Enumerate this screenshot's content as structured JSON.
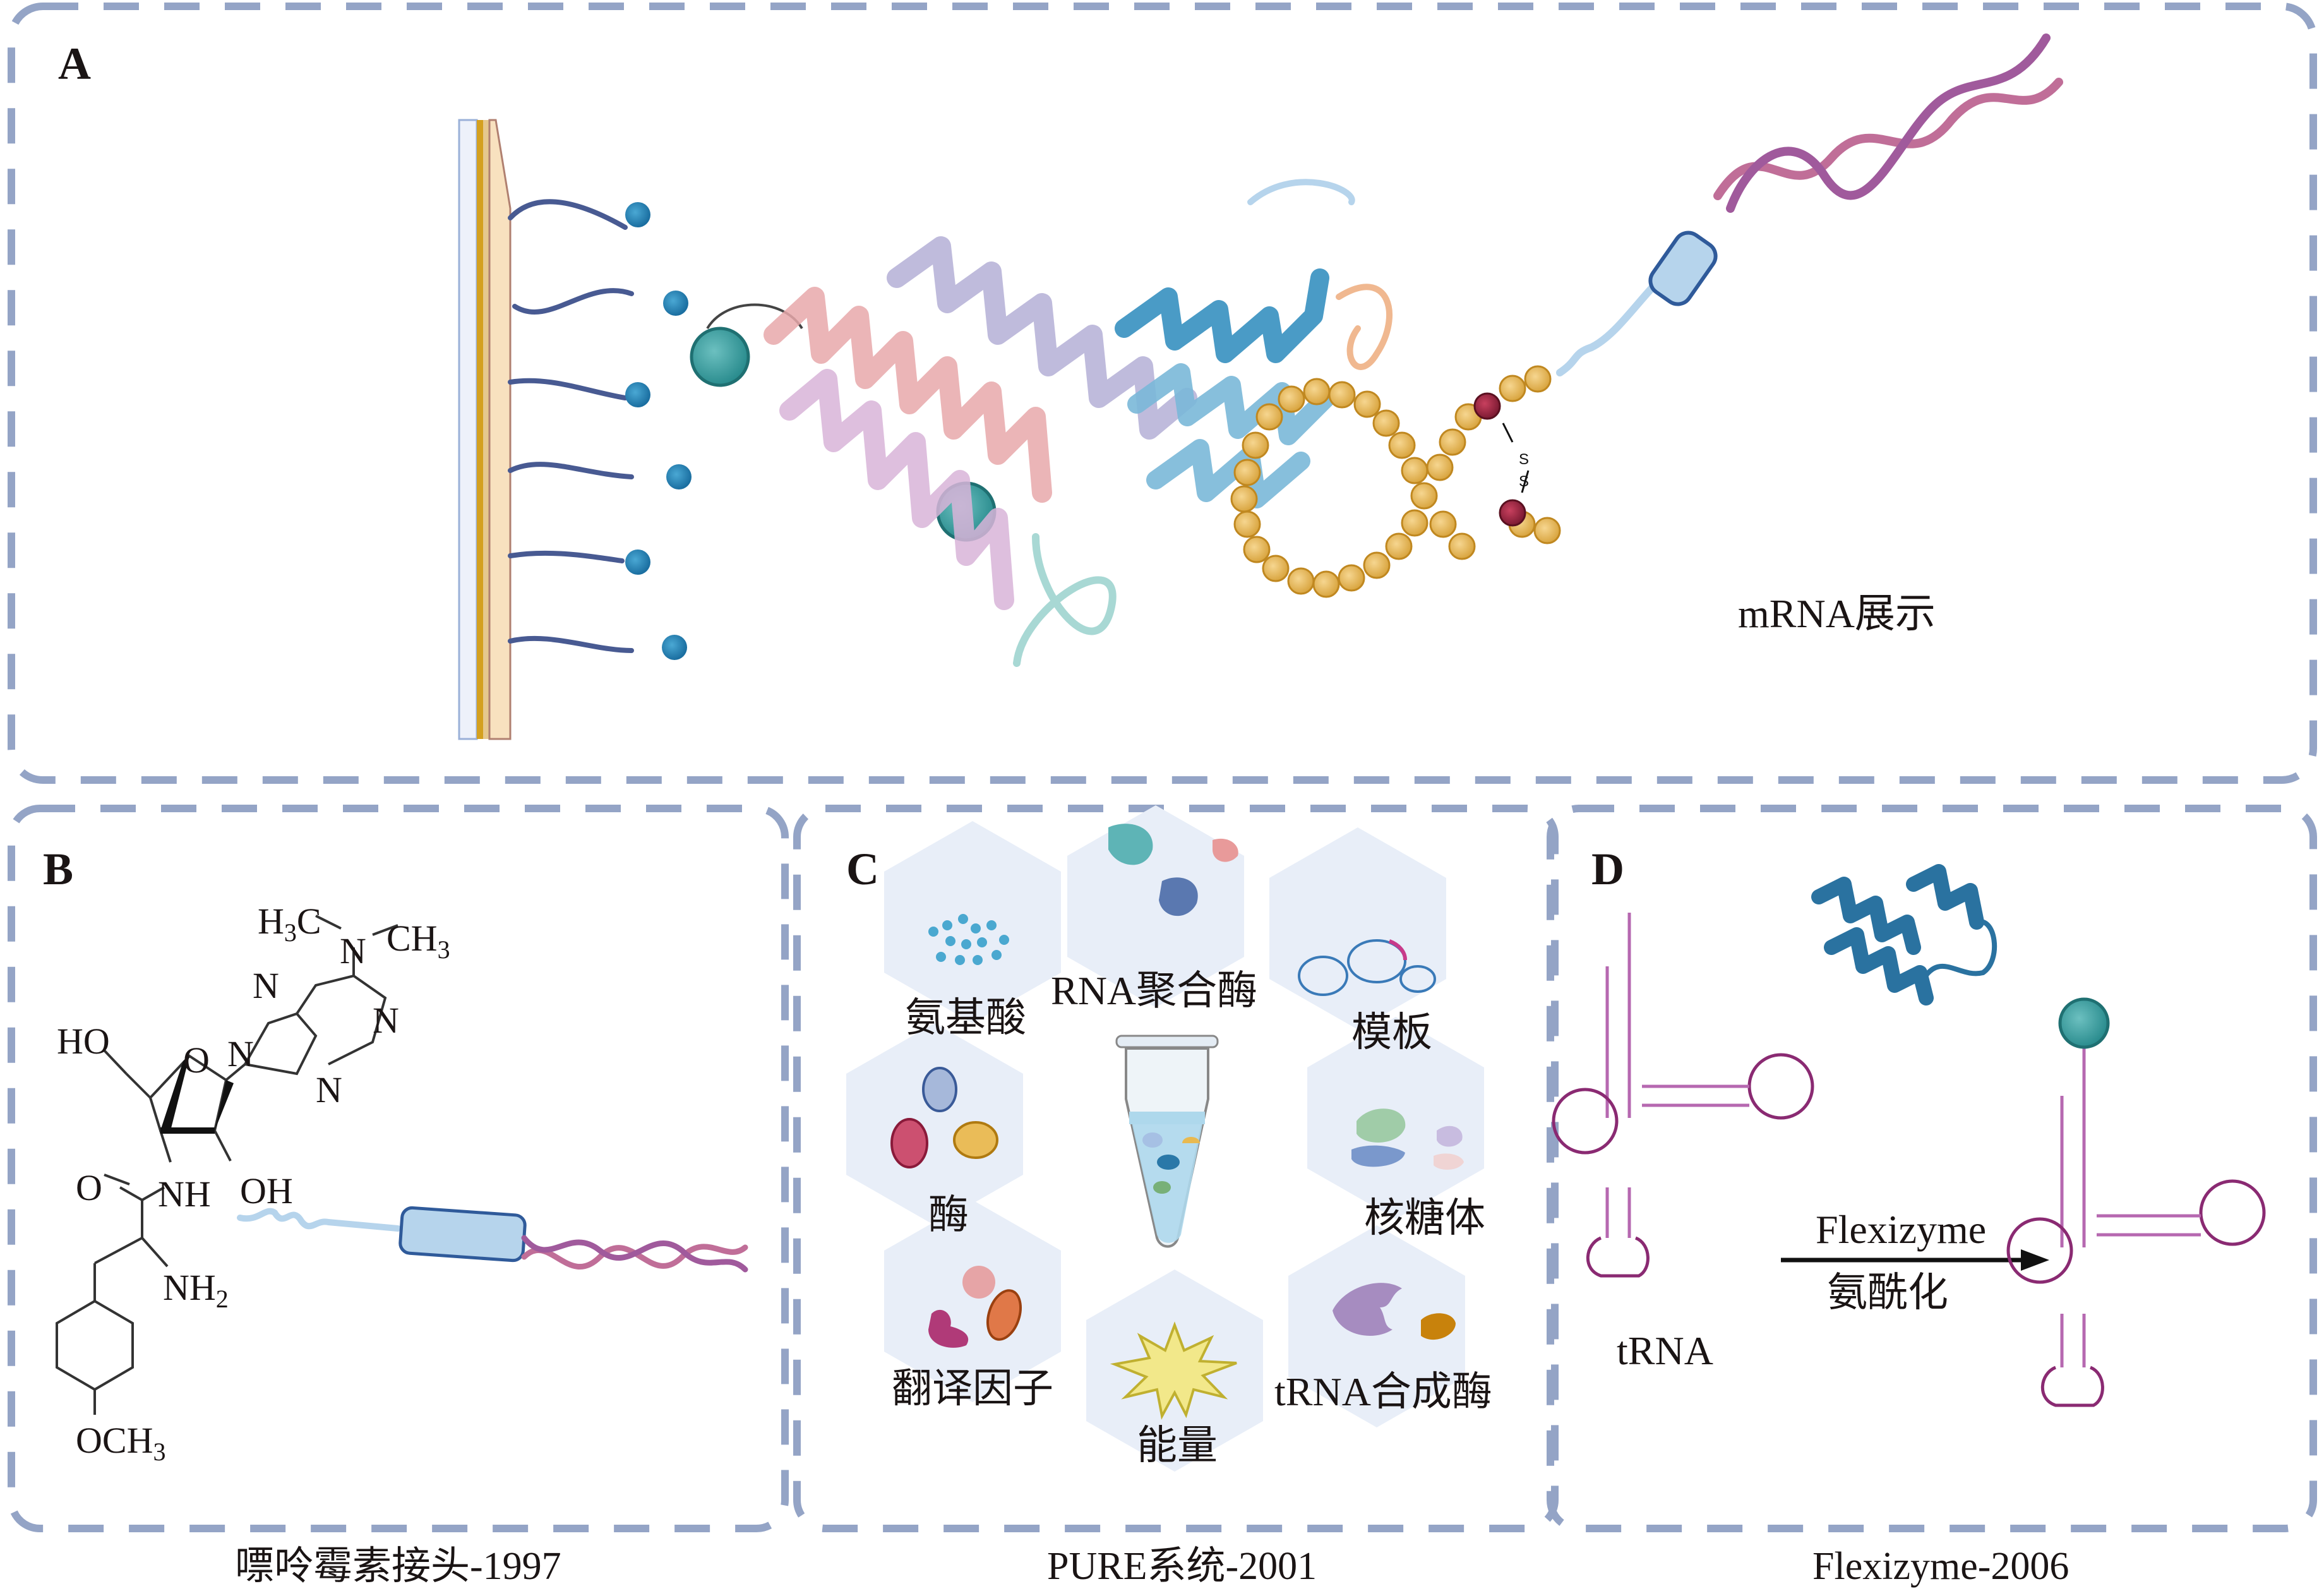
{
  "panels": {
    "A": {
      "letter": "A",
      "label": "mRNA展示"
    },
    "B": {
      "letter": "B",
      "caption": "嘌呤霉素接头-1997",
      "chem_labels": {
        "h3c": "H",
        "h3c_sub": "3",
        "h3c_c": "C",
        "n_dimethyl": "N",
        "ch3": "CH",
        "ch3_sub": "3",
        "n1": "N",
        "n2": "N",
        "n3": "N",
        "n4": "N",
        "ho": "HO",
        "o_ring": "O",
        "o_carbonyl": "O",
        "nh": "NH",
        "oh": "OH",
        "nh2": "NH",
        "nh2_sub": "2",
        "och3": "OCH",
        "och3_sub": "3"
      }
    },
    "C": {
      "letter": "C",
      "caption": "PURE系统-2001",
      "components": [
        {
          "label": "氨基酸",
          "icon": "amino-acid-dots-icon"
        },
        {
          "label": "RNA聚合酶",
          "icon": "rna-polymerase-icon"
        },
        {
          "label": "模板",
          "icon": "plasmid-template-icon"
        },
        {
          "label": "酶",
          "icon": "enzyme-ovals-icon"
        },
        {
          "label": "核糖体",
          "icon": "ribosome-icon"
        },
        {
          "label": "翻译因子",
          "icon": "translation-factor-icon"
        },
        {
          "label": "能量",
          "icon": "energy-burst-icon"
        },
        {
          "label": "tRNA合成酶",
          "icon": "trna-synthetase-icon"
        }
      ],
      "center_icon": "reaction-tube-icon"
    },
    "D": {
      "letter": "D",
      "caption": "Flexizyme-2006",
      "trna_label": "tRNA",
      "arrow_top_label": "Flexizyme",
      "arrow_bottom_label": "氨酰化"
    }
  },
  "colors": {
    "border": "#94a4c6",
    "hex_fill": "#e8eef8",
    "trna": "#8a2a72",
    "trna_stem": "#b668b0",
    "teal": "#3a9ea0",
    "helix_blue": "#2a6e9c",
    "bead": "#e8b960",
    "disulfide": "#9c2440"
  }
}
